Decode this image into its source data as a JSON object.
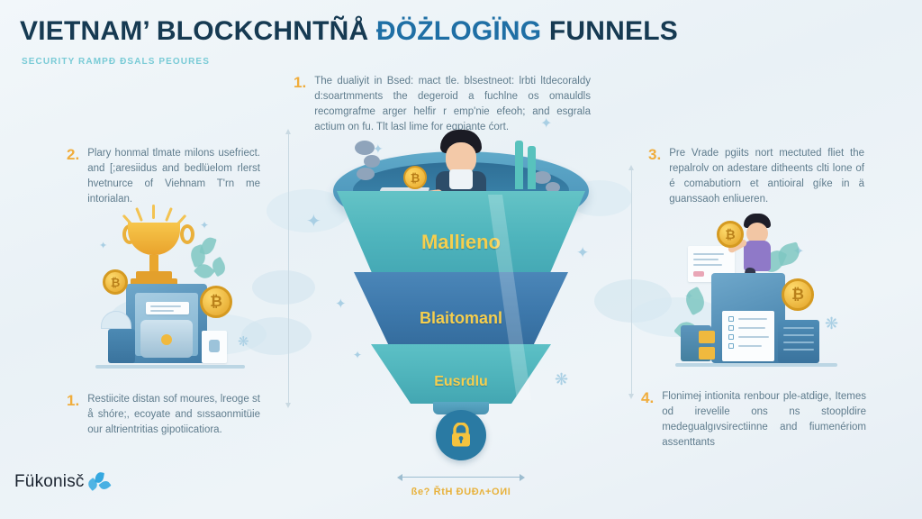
{
  "header": {
    "title_part1": "VIETNAM’ BLOCKCHNTÑÅ",
    "title_part2": "ÐÖŻLOGÏNG",
    "title_part3": "FUNNELS",
    "subtitle": "SECURITY RAMPÐ ÐSALS PEOURES"
  },
  "blocks": {
    "top_center": {
      "num": "1.",
      "text": "The dualiyit in Bsed: mact tle. blsestneot: lrbti ltdecoraldy d:soartmments the degeroid a fuchlne os omauldls recomgrafme arger helfir r emp'nie efeoh; and esgrala actium on fu. Tlt lasl lime for egpiante ćort."
    },
    "left_top": {
      "num": "2.",
      "text": "Plary honmal tlmate milons usefriect. and [;aresiidus and bedlüelom rlerst hvetnurce of Viehnam T'rn me intorialan."
    },
    "left_bottom": {
      "num": "1.",
      "text": "Restiicite distan sof moures, lreoge st å shóre;, ecoyate and sıssaonmitüie our altrientritias gipotiicatiora."
    },
    "right_top": {
      "num": "3.",
      "text": "Pre Vrade pgiits nort mectuted fliet the repalrolv on adestare ditheents clti lone of é comabutiorn et antioiral gíke in ä guanssaoh enliueren."
    },
    "right_bottom": {
      "num": "4.",
      "text": "Flonimeɉ intionita renbour ple-atdige, Itemes od irevelile ons ns stoopldire medegualgıvsirectiinne and fiumenériom assenttants"
    }
  },
  "funnel": {
    "band1_label": "Mallieno",
    "band2_label": "Blaitomanl",
    "band3_label": "Eusrdlu"
  },
  "footer": {
    "caption": "ße? ŘtH ÐUÐʌ+OИI",
    "lock_icon": "padlock-icon"
  },
  "logo": {
    "text": "Fükonisč"
  },
  "colors": {
    "background": "#eef4f8",
    "title": "#163a52",
    "title_accent": "#1f6fa5",
    "subtitle": "#79cbd6",
    "number": "#f0ad3c",
    "body_text": "#5f7c8d",
    "funnel_band1": "#4fb5bd",
    "funnel_band2": "#3d78ab",
    "funnel_band3": "#4db2ba",
    "funnel_label": "#f6cf4e",
    "lock_circle": "#2a7aa3",
    "lock_glyph": "#f5c33e",
    "caption": "#e8b23d",
    "divider": "#c9d9e2",
    "logo_text": "#1b2430",
    "logo_petal": "#35a8e0"
  }
}
